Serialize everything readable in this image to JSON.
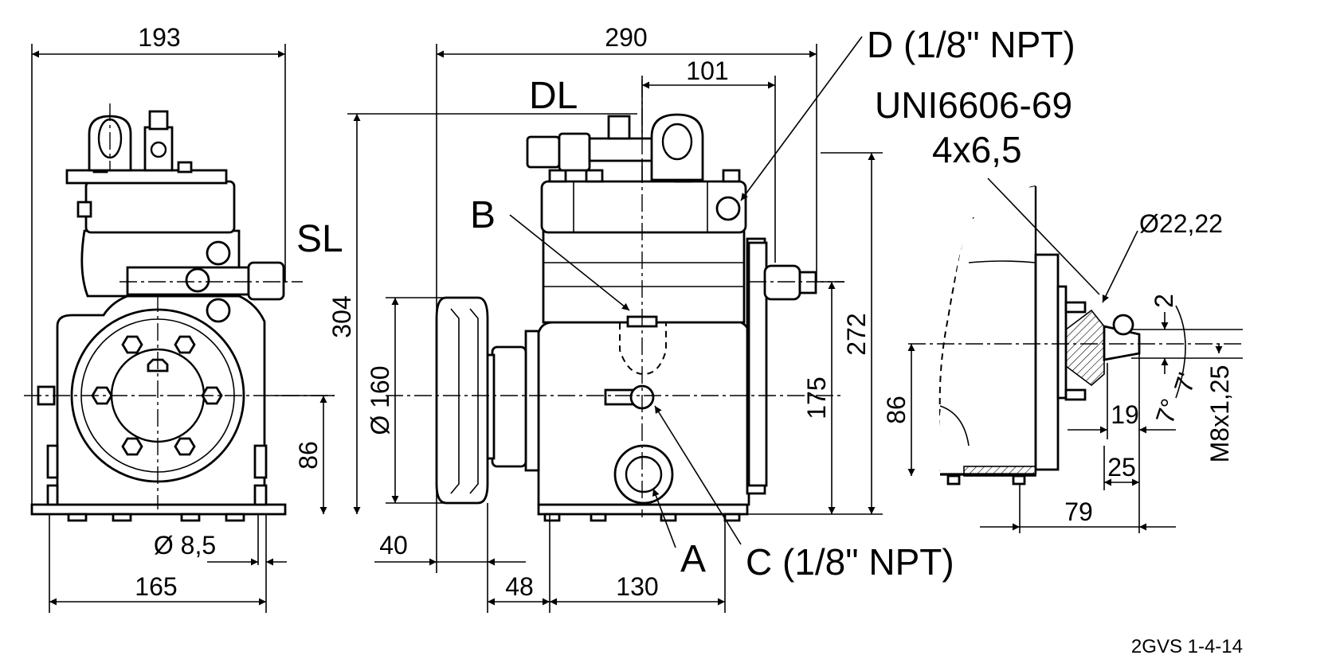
{
  "dimensions": {
    "left_view": {
      "width_top": "193",
      "base_width": "165",
      "hole_dia": "Ø 8,5",
      "shaft_height": "86"
    },
    "middle_view": {
      "overall_width": "290",
      "port_offset": "101",
      "height_total": "304",
      "pulley_dia": "Ø 160",
      "height_275": "175",
      "height_272": "272",
      "base_40": "40",
      "base_48": "48",
      "base_130": "130"
    },
    "right_view": {
      "bore_dia": "Ø22,22",
      "keyway_2": "2",
      "angle_a": "7°",
      "angle_b": "7'",
      "thread": "M8x1,25",
      "len_19": "19",
      "len_25": "25",
      "len_79": "79",
      "height_86": "86"
    }
  },
  "labels": {
    "sl": "SL",
    "dl": "DL",
    "b": "B",
    "a": "A",
    "c": "C (1/8\" NPT)",
    "d": "D (1/8\" NPT)",
    "uni": "UNI6606-69",
    "key": "4x6,5"
  },
  "drawing_code": "2GVS 1-4-14"
}
